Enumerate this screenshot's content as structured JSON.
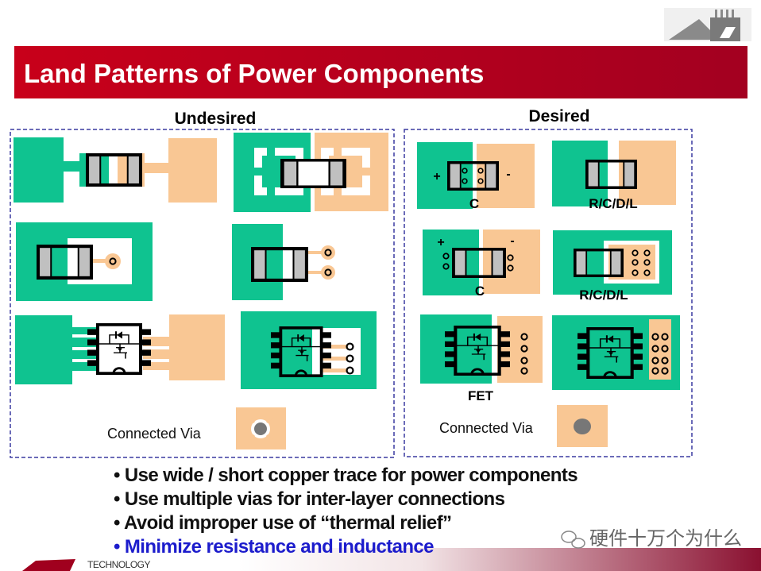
{
  "slide": {
    "title": "Land Patterns of Power Components",
    "panels": {
      "undesired": {
        "heading": "Undesired",
        "via_label": "Connected Via"
      },
      "desired": {
        "heading": "Desired",
        "via_label": "Connected Via",
        "labels": {
          "c1": "C",
          "rcdl1": "R/C/D/L",
          "c2": "C",
          "rcdl2": "R/C/D/L",
          "fet": "FET",
          "plus": "+",
          "minus": "-"
        }
      }
    },
    "bullets": [
      "• Use wide / short copper trace for power components",
      "• Use multiple vias for inter-layer connections",
      "• Avoid improper use of “thermal relief”",
      "• Minimize resistance and inductance"
    ],
    "footer": {
      "company": "TECHNOLOGY",
      "watermark": "硬件十万个为什么"
    }
  },
  "colors": {
    "copper_top": "#0fc390",
    "copper_bottom": "#f9c794",
    "header": "#b3001b",
    "highlight": "#1c1ccc",
    "border": "#3a3aa0"
  }
}
